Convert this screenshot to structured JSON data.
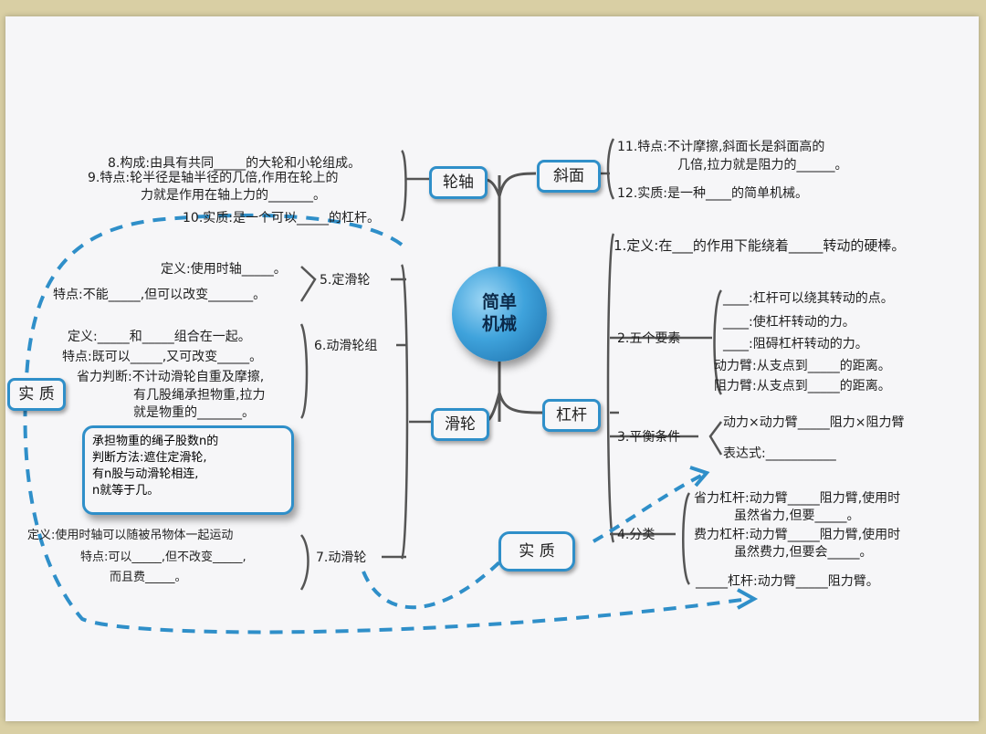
{
  "center": {
    "line1": "简单",
    "line2": "机械"
  },
  "lunzhou": {
    "label": "轮轴",
    "items": [
      "8.构成:由具有共同_____的大轮和小轮组成。",
      "9.特点:轮半径是轴半径的几倍,作用在轮上的",
      "力就是作用在轴上力的_______。",
      "10.实质:是一个可以_____的杠杆。"
    ]
  },
  "xiemian": {
    "label": "斜面",
    "items": [
      "11.特点:不计摩擦,斜面长是斜面高的",
      "几倍,拉力就是阻力的______。",
      "12.实质:是一种____的简单机械。"
    ]
  },
  "gangan": {
    "label": "杠杆",
    "definition": "1.定义:在___的作用下能绕着_____转动的硬棒。",
    "five": {
      "label": "2.五个要素",
      "items": [
        "____:杠杆可以绕其转动的点。",
        "____:使杠杆转动的力。",
        "____:阻碍杠杆转动的力。",
        "动力臂:从支点到_____的距离。",
        "阻力臂:从支点到_____的距离。"
      ]
    },
    "balance": {
      "label": "3.平衡条件",
      "line1": "动力×动力臂_____阻力×阻力臂",
      "line2": "表达式:___________"
    },
    "classify": {
      "label": "4.分类",
      "items": [
        "省力杠杆:动力臂_____阻力臂,使用时",
        "虽然省力,但要_____。",
        "费力杠杆:动力臂_____阻力臂,使用时",
        "虽然费力,但要会_____。",
        "_____杠杆:动力臂_____阻力臂。"
      ]
    }
  },
  "hualun": {
    "label": "滑轮",
    "fixed": {
      "label": "5.定滑轮",
      "items": [
        "定义:使用时轴_____。",
        "特点:不能_____,但可以改变_______。"
      ]
    },
    "group": {
      "label": "6.动滑轮组",
      "items": [
        "定义:_____和_____组合在一起。",
        "特点:既可以_____,又可改变_____。",
        "省力判断:不计动滑轮自重及摩擦,",
        "有几股绳承担物重,拉力",
        "就是物重的_______。"
      ]
    },
    "movable": {
      "label": "7.动滑轮",
      "items": [
        "定义:使用时轴可以随被吊物体一起运动",
        "特点:可以_____,但不改变_____,",
        "而且费_____。"
      ]
    }
  },
  "note": {
    "lines": [
      "承担物重的绳子股数n的",
      "判断方法:遮住定滑轮,",
      "有n股与动滑轮相连,",
      "n就等于几。"
    ]
  },
  "shizhi_left": "实 质",
  "shizhi_mid": "实 质",
  "colors": {
    "accent": "#2f8fc9",
    "line": "#555555",
    "paper": "#f6f6f8"
  }
}
